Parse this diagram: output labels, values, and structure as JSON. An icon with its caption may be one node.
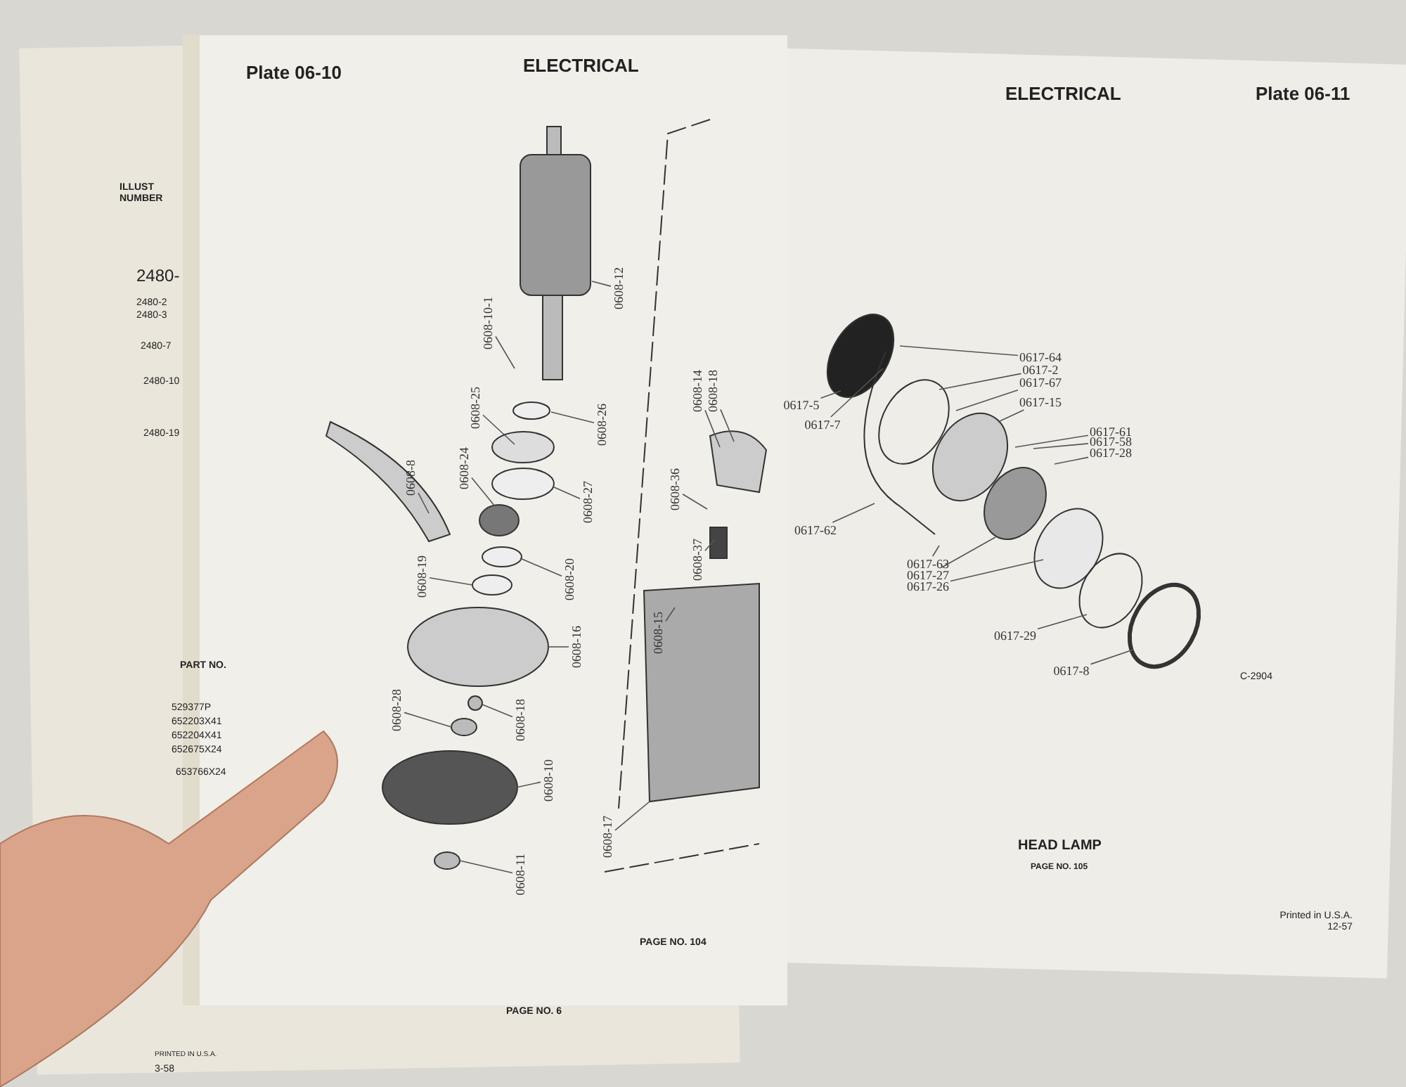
{
  "diagram": {
    "title": "ELECTRICAL",
    "nodes": [
      {
        "text": [
          "0608-10-1"
        ]
      },
      {
        "text": [
          "0608-12"
        ]
      },
      {
        "text": [
          "0608-25"
        ]
      },
      {
        "text": [
          "0608-26"
        ]
      },
      {
        "text": [
          "0608-8"
        ]
      },
      {
        "text": [
          "0608-24"
        ]
      },
      {
        "text": [
          "0608-27"
        ]
      },
      {
        "text": [
          "0608-19"
        ]
      },
      {
        "text": [
          "0608-20"
        ]
      },
      {
        "text": [
          "0608-16"
        ]
      },
      {
        "text": [
          "0608-28"
        ]
      },
      {
        "text": [
          "0608-18"
        ]
      },
      {
        "text": [
          "0608-10"
        ]
      },
      {
        "text": [
          "0608-11"
        ]
      },
      {
        "text": [
          "0608-14"
        ]
      },
      {
        "text": [
          "0608-18"
        ]
      },
      {
        "text": [
          "0608-36"
        ]
      },
      {
        "text": [
          "0608-37"
        ]
      },
      {
        "text": [
          "0608-15"
        ]
      },
      {
        "text": [
          "0608-17"
        ]
      },
      {
        "text": [
          "0617-64"
        ]
      },
      {
        "text": [
          "0617-2"
        ]
      },
      {
        "text": [
          "0617-67"
        ]
      },
      {
        "text": [
          "0617-5"
        ]
      },
      {
        "text": [
          "0617-7"
        ]
      },
      {
        "text": [
          "0617-15"
        ]
      },
      {
        "text": [
          "0617-61"
        ]
      },
      {
        "text": [
          "0617-58"
        ]
      },
      {
        "text": [
          "0617-28"
        ]
      },
      {
        "text": [
          "0617-62"
        ]
      },
      {
        "text": [
          "0617-63"
        ]
      },
      {
        "text": [
          "0617-27"
        ]
      },
      {
        "text": [
          "0617-26"
        ]
      },
      {
        "text": [
          "0617-29"
        ]
      },
      {
        "text": [
          "0617-8"
        ]
      }
    ],
    "edges": [
      {
        "from": 0,
        "to": null,
        "arrow": "none"
      },
      {
        "from": 1,
        "to": null,
        "arrow": "none"
      },
      {
        "from": 2,
        "to": null,
        "arrow": "none"
      },
      {
        "from": 3,
        "to": null,
        "arrow": "none"
      },
      {
        "from": 4,
        "to": null,
        "arrow": "none"
      },
      {
        "from": 5,
        "to": null,
        "arrow": "none"
      },
      {
        "from": 6,
        "to": null,
        "arrow": "none"
      },
      {
        "from": 7,
        "to": null,
        "arrow": "none"
      },
      {
        "from": 8,
        "to": null,
        "arrow": "none"
      },
      {
        "from": 9,
        "to": null,
        "arrow": "none"
      },
      {
        "from": 10,
        "to": null,
        "arrow": "none"
      },
      {
        "from": 11,
        "to": null,
        "arrow": "none"
      },
      {
        "from": 12,
        "to": null,
        "arrow": "none"
      },
      {
        "from": 13,
        "to": null,
        "arrow": "none"
      },
      {
        "from": 14,
        "to": null,
        "arrow": "none"
      },
      {
        "from": 15,
        "to": null,
        "arrow": "none"
      },
      {
        "from": 16,
        "to": null,
        "arrow": "none"
      },
      {
        "from": 17,
        "to": null,
        "arrow": "none"
      },
      {
        "from": 18,
        "to": null,
        "arrow": "none"
      },
      {
        "from": 19,
        "to": null,
        "arrow": "none"
      },
      {
        "from": 20,
        "to": null,
        "arrow": "none"
      },
      {
        "from": 21,
        "to": null,
        "arrow": "none"
      },
      {
        "from": 22,
        "to": null,
        "arrow": "none"
      },
      {
        "from": 23,
        "to": null,
        "arrow": "none"
      },
      {
        "from": 24,
        "to": null,
        "arrow": "none"
      },
      {
        "from": 25,
        "to": null,
        "arrow": "none"
      },
      {
        "from": 26,
        "to": null,
        "arrow": "none"
      },
      {
        "from": 27,
        "to": null,
        "arrow": "none"
      },
      {
        "from": 28,
        "to": null,
        "arrow": "none"
      },
      {
        "from": 29,
        "to": null,
        "arrow": "none"
      },
      {
        "from": 30,
        "to": null,
        "arrow": "none"
      },
      {
        "from": 31,
        "to": null,
        "arrow": "none"
      },
      {
        "from": 32,
        "to": null,
        "arrow": "none"
      },
      {
        "from": 33,
        "to": null,
        "arrow": "none"
      },
      {
        "from": 34,
        "to": null,
        "arrow": "none"
      }
    ],
    "labels": [
      "Plate 06-10",
      "ELECTRICAL",
      "Plate 06-11",
      "ILLUST NUMBER",
      "2480-",
      "2480-2",
      "2480-3",
      "2480-7",
      "2480-10",
      "2480-19",
      "PART NO.",
      "529377P",
      "652203X41",
      "652204X41",
      "652675X24",
      "653766X24",
      "C-2904",
      "HEAD LAMP",
      "PAGE NO. 105",
      "PAGE NO. 104",
      "Printed in U.S.A. 12-57",
      "PAGE NO. 6",
      "PRINTED IN U.S.A.",
      "3-58"
    ]
  }
}
